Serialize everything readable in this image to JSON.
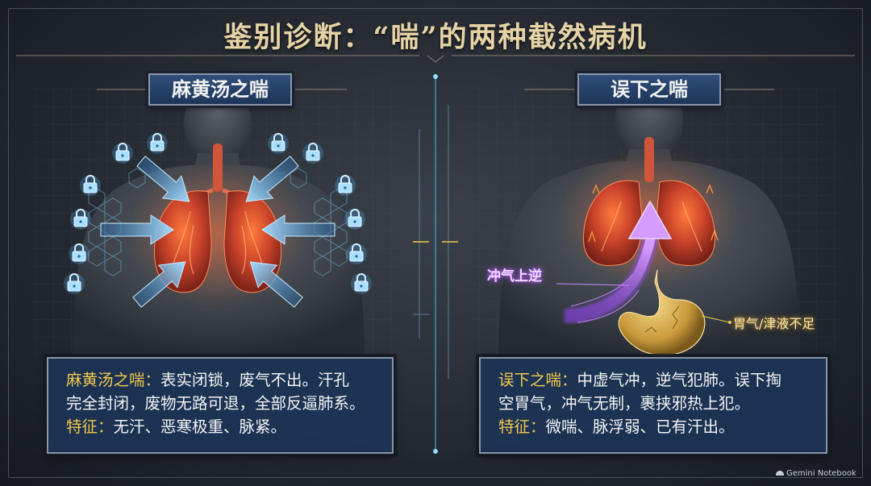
{
  "title": "鉴别诊断：“喘”的两种截然病机",
  "left": {
    "header": "麻黄汤之喘",
    "info": {
      "line1_label": "麻黄汤之喘：",
      "line1_text": "表实闭锁，废气不出。汗孔",
      "line2_text": "完全封闭，废物无路可退，全部反逼肺系。",
      "line3_label": "特征：",
      "line3_text": "无汗、恶寒极重、脉紧。"
    },
    "icons": [
      "lock-icon",
      "inward-arrow-icon",
      "lungs-icon"
    ]
  },
  "right": {
    "header": "误下之喘",
    "label_upward": "冲气上逆",
    "label_stomach": "胃气/津液不足",
    "info": {
      "line1_label": "误下之喘：",
      "line1_text": "中虚气冲，逆气犯肺。误下掏",
      "line2_text": "空胃气，冲气无制，裹挟邪热上犯。",
      "line3_label": "特征：",
      "line3_text": "微喘、脉浮弱、已有汗出。"
    },
    "icons": [
      "upward-arrow-icon",
      "stomach-icon",
      "lungs-icon"
    ]
  },
  "watermark": "Gemini Notebook",
  "colors": {
    "title_gold": "#e5d3a6",
    "label_gold": "#f2c94c",
    "panel_blue": "#1c3456",
    "lock_glow": "#7fd4ff",
    "arrow_purple": "#b65cff",
    "lung_red": "#c8422a"
  }
}
